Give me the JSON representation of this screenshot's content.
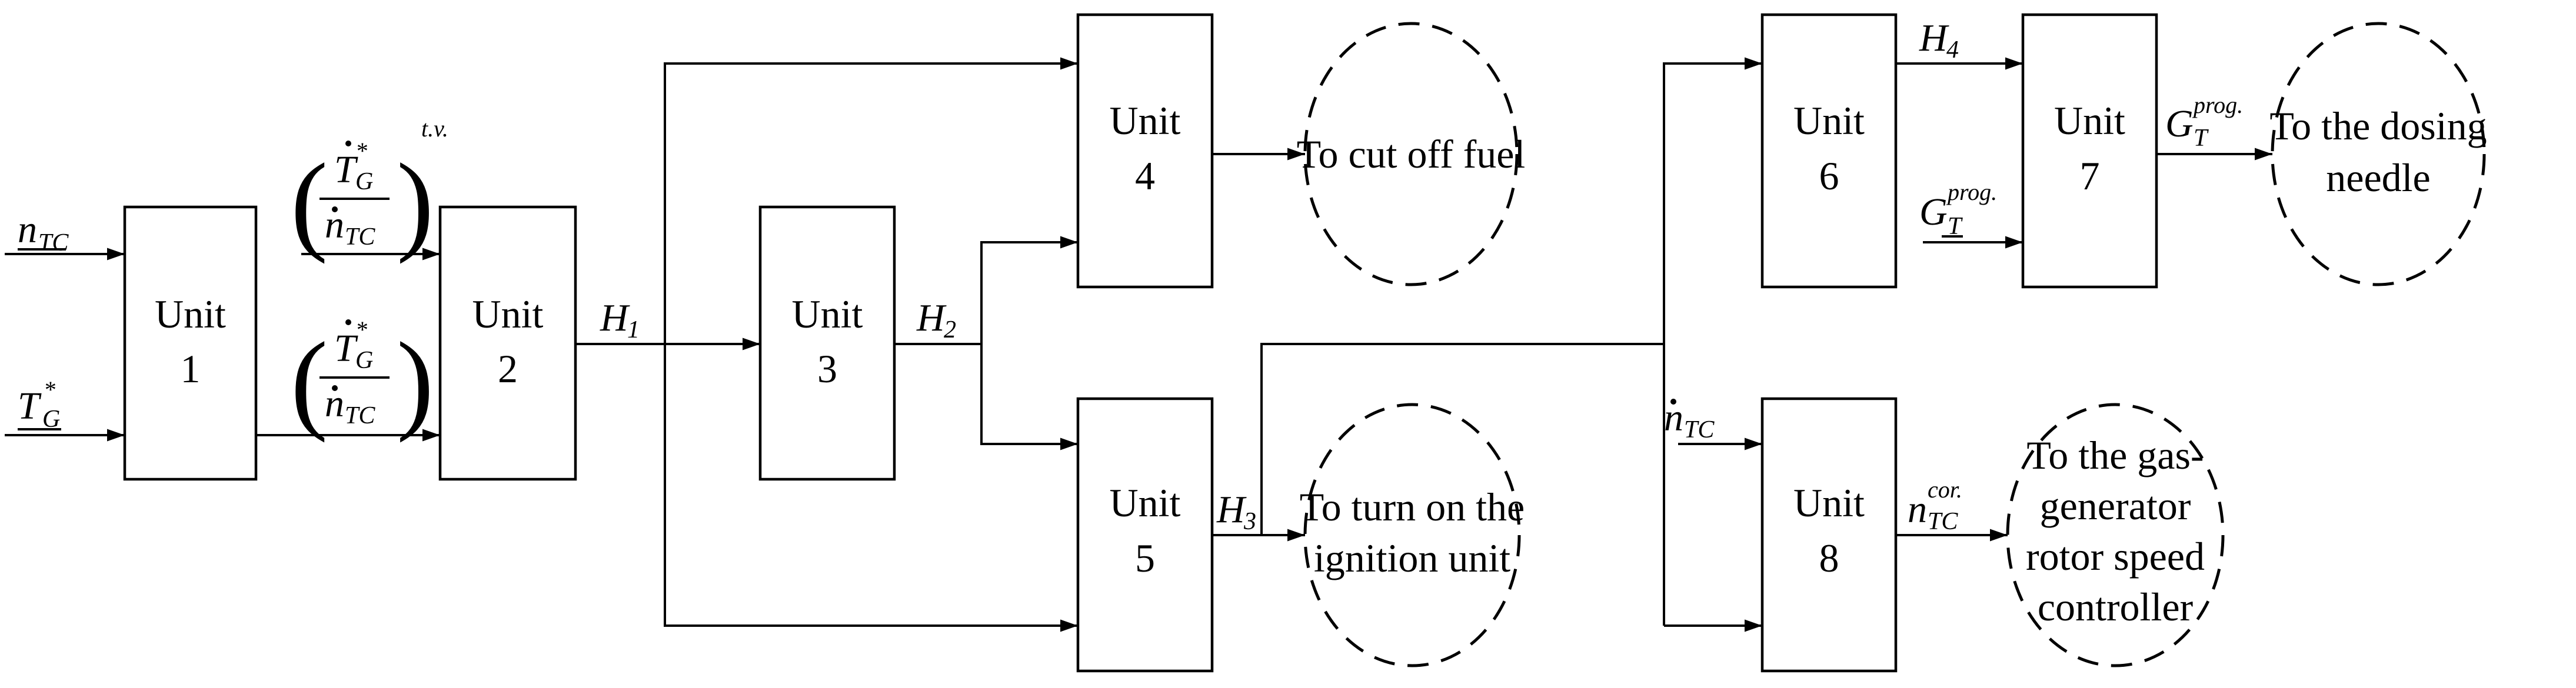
{
  "units": [
    {
      "name": "Unit",
      "number": "1"
    },
    {
      "name": "Unit",
      "number": "2"
    },
    {
      "name": "Unit",
      "number": "3"
    },
    {
      "name": "Unit",
      "number": "4"
    },
    {
      "name": "Unit",
      "number": "5"
    },
    {
      "name": "Unit",
      "number": "6"
    },
    {
      "name": "Unit",
      "number": "7"
    },
    {
      "name": "Unit",
      "number": "8"
    }
  ],
  "targets": {
    "cut_off_fuel": [
      "To cut off fuel"
    ],
    "dosing_needle": [
      "To the dosing",
      "needle"
    ],
    "ignition": [
      "To turn on the",
      "ignition unit"
    ],
    "gas_generator": [
      "To the gas-",
      "generator",
      "rotor speed",
      "controller"
    ]
  },
  "signals": {
    "n_tc": {
      "main": "n",
      "sub": "TC"
    },
    "t_g_star": {
      "main": "T",
      "sub": "G",
      "sup": "*"
    },
    "frac_top": {
      "num_main": "T",
      "num_sub": "G",
      "num_sup": "*",
      "den_main": "n",
      "den_sub": "TC",
      "sup": "t.v."
    },
    "frac_bottom": {
      "num_main": "T",
      "num_sub": "G",
      "num_sup": "*",
      "den_main": "n",
      "den_sub": "TC"
    },
    "h1": {
      "main": "H",
      "sub": "1"
    },
    "h2": {
      "main": "H",
      "sub": "2"
    },
    "h3": {
      "main": "H",
      "sub": "3"
    },
    "h4": {
      "main": "H",
      "sub": "4"
    },
    "g_prog_in": {
      "main": "G",
      "sub": "T",
      "sup": "prog."
    },
    "g_prog_out": {
      "main": "G",
      "sub": "T",
      "sup": "prog."
    },
    "n_tc_dot": {
      "main": "n",
      "sub": "TC"
    },
    "n_tc_cor": {
      "main": "n",
      "sub": "TC",
      "sup": "cor."
    }
  }
}
